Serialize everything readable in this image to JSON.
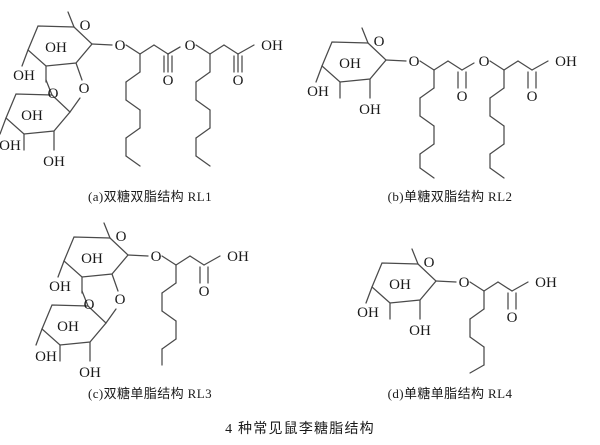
{
  "figure": {
    "caption": "4 种常见鼠李糖脂结构",
    "panels": [
      {
        "id": "a",
        "label": "(a)双糖双脂结构 RL1",
        "name": "RL1",
        "sugar_units": 2,
        "lipid_chains": 2,
        "atom_labels": [
          "O",
          "OH",
          "OH",
          "OH",
          "O",
          "O",
          "OH",
          "OH",
          "OH",
          "O",
          "O",
          "O",
          "O",
          "OH"
        ]
      },
      {
        "id": "b",
        "label": "(b)单糖双脂结构 RL2",
        "name": "RL2",
        "sugar_units": 1,
        "lipid_chains": 2,
        "atom_labels": [
          "O",
          "OH",
          "OH",
          "OH",
          "O",
          "O",
          "O",
          "O",
          "OH"
        ]
      },
      {
        "id": "c",
        "label": "(c)双糖单脂结构 RL3",
        "name": "RL3",
        "sugar_units": 2,
        "lipid_chains": 1,
        "atom_labels": [
          "O",
          "OH",
          "OH",
          "OH",
          "O",
          "O",
          "OH",
          "OH",
          "OH",
          "O",
          "O",
          "OH"
        ]
      },
      {
        "id": "d",
        "label": "(d)单糖单脂结构 RL4",
        "name": "RL4",
        "sugar_units": 1,
        "lipid_chains": 1,
        "atom_labels": [
          "O",
          "OH",
          "OH",
          "OH",
          "O",
          "O",
          "OH"
        ]
      }
    ]
  },
  "atoms": {
    "O": "O",
    "OH": "OH"
  },
  "colors": {
    "bond": "#4a4a4a",
    "text": "#1a1a1a",
    "background": "#ffffff"
  }
}
